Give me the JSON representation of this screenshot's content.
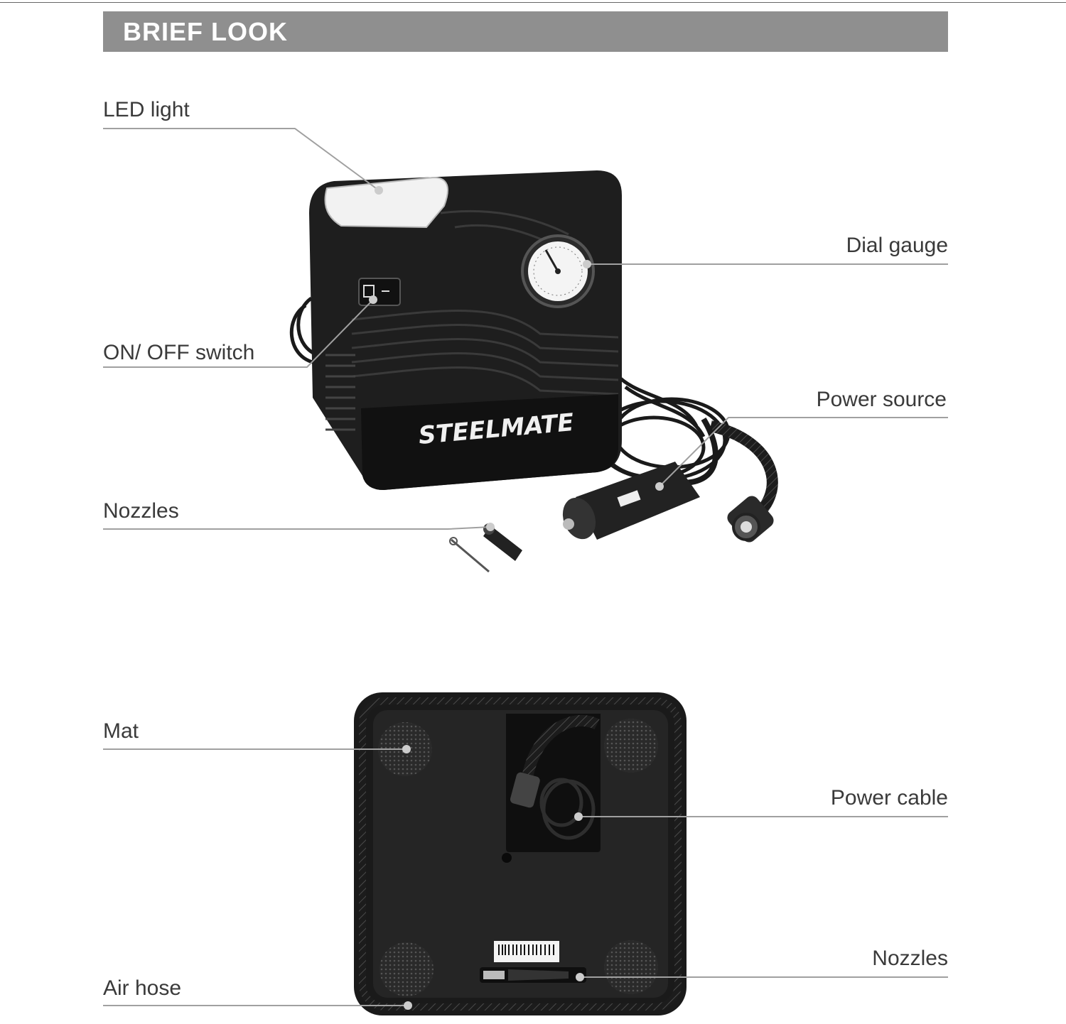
{
  "header": {
    "title": "BRIEF LOOK"
  },
  "brand": {
    "logo_text": "STEELMATE"
  },
  "top_view": {
    "labels": {
      "led_light": "LED light",
      "dial_gauge": "Dial gauge",
      "on_off_switch": "ON/ OFF switch",
      "power_source": "Power source",
      "nozzles": "Nozzles"
    }
  },
  "bottom_view": {
    "labels": {
      "mat": "Mat",
      "power_cable": "Power cable",
      "nozzles": "Nozzles",
      "air_hose": "Air hose"
    }
  },
  "colors": {
    "header_bg": "#8f8f8f",
    "leader_line": "#9a9a9a",
    "device_body": "#1e1e1e"
  }
}
